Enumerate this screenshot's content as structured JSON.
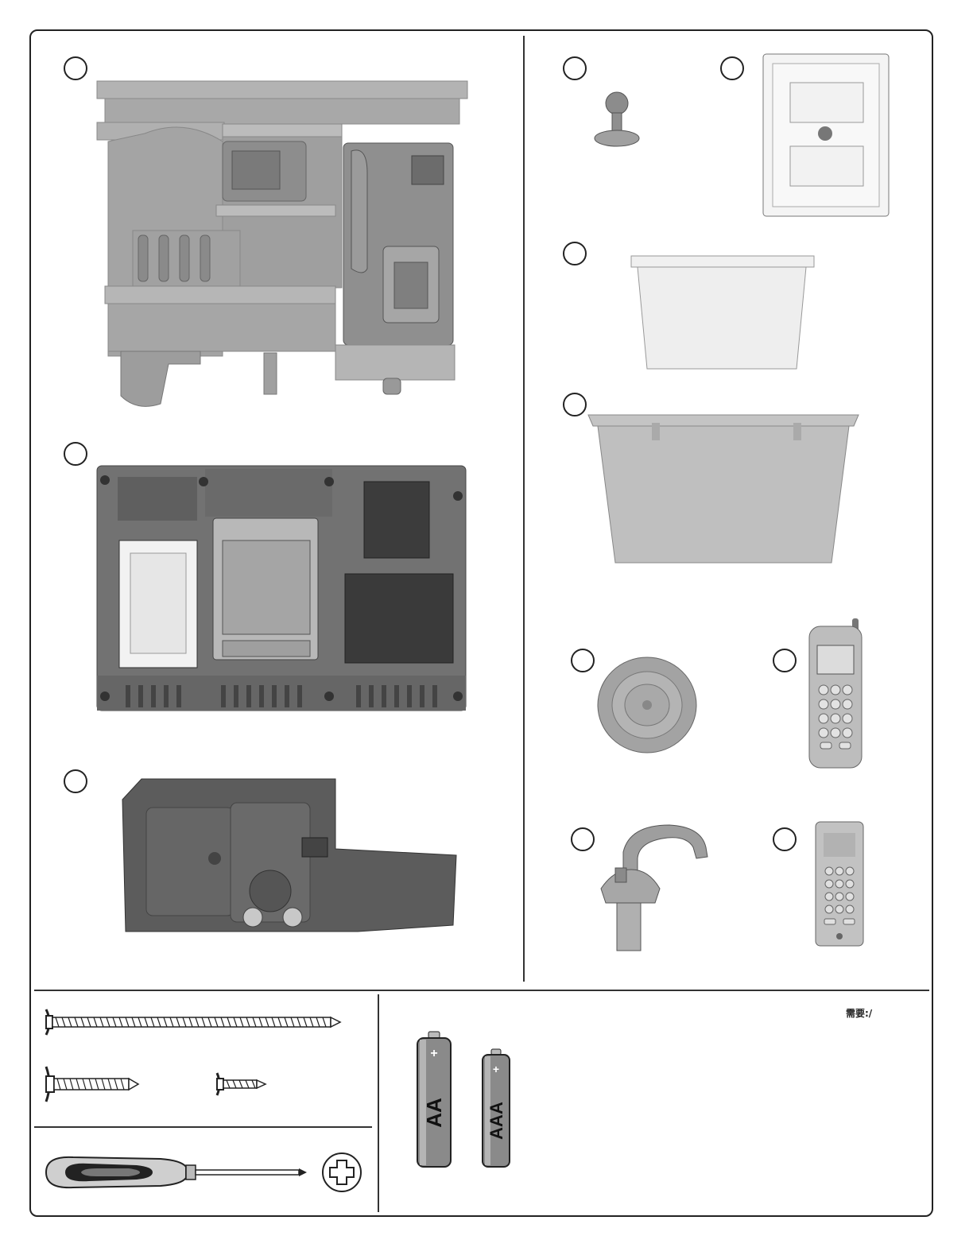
{
  "requirements": {
    "text": "需要:/"
  },
  "parts": [
    {
      "icon": "kitchen-upper-hutch-icon"
    },
    {
      "icon": "kitchen-base-cabinet-icon"
    },
    {
      "icon": "sink-countertop-icon"
    },
    {
      "icon": "knob-peg-icon"
    },
    {
      "icon": "white-cabinet-door-icon"
    },
    {
      "icon": "small-sink-basin-icon"
    },
    {
      "icon": "large-sink-basin-icon"
    },
    {
      "icon": "round-speaker-icon"
    },
    {
      "icon": "cordless-phone-icon"
    },
    {
      "icon": "faucet-icon"
    },
    {
      "icon": "phone-base-icon"
    }
  ],
  "hardware": {
    "screws": [
      "long-screw-icon",
      "medium-screw-icon",
      "short-screw-icon"
    ],
    "tool": "phillips-screwdriver-icon"
  },
  "batteries": [
    {
      "label": "AA",
      "plus": "+"
    },
    {
      "label": "AAA",
      "plus": "+"
    }
  ],
  "colors": {
    "frame": "#222222",
    "part_gray": "#a9a9a9",
    "part_dark": "#6e6e6e",
    "part_light": "#eeeeee"
  }
}
